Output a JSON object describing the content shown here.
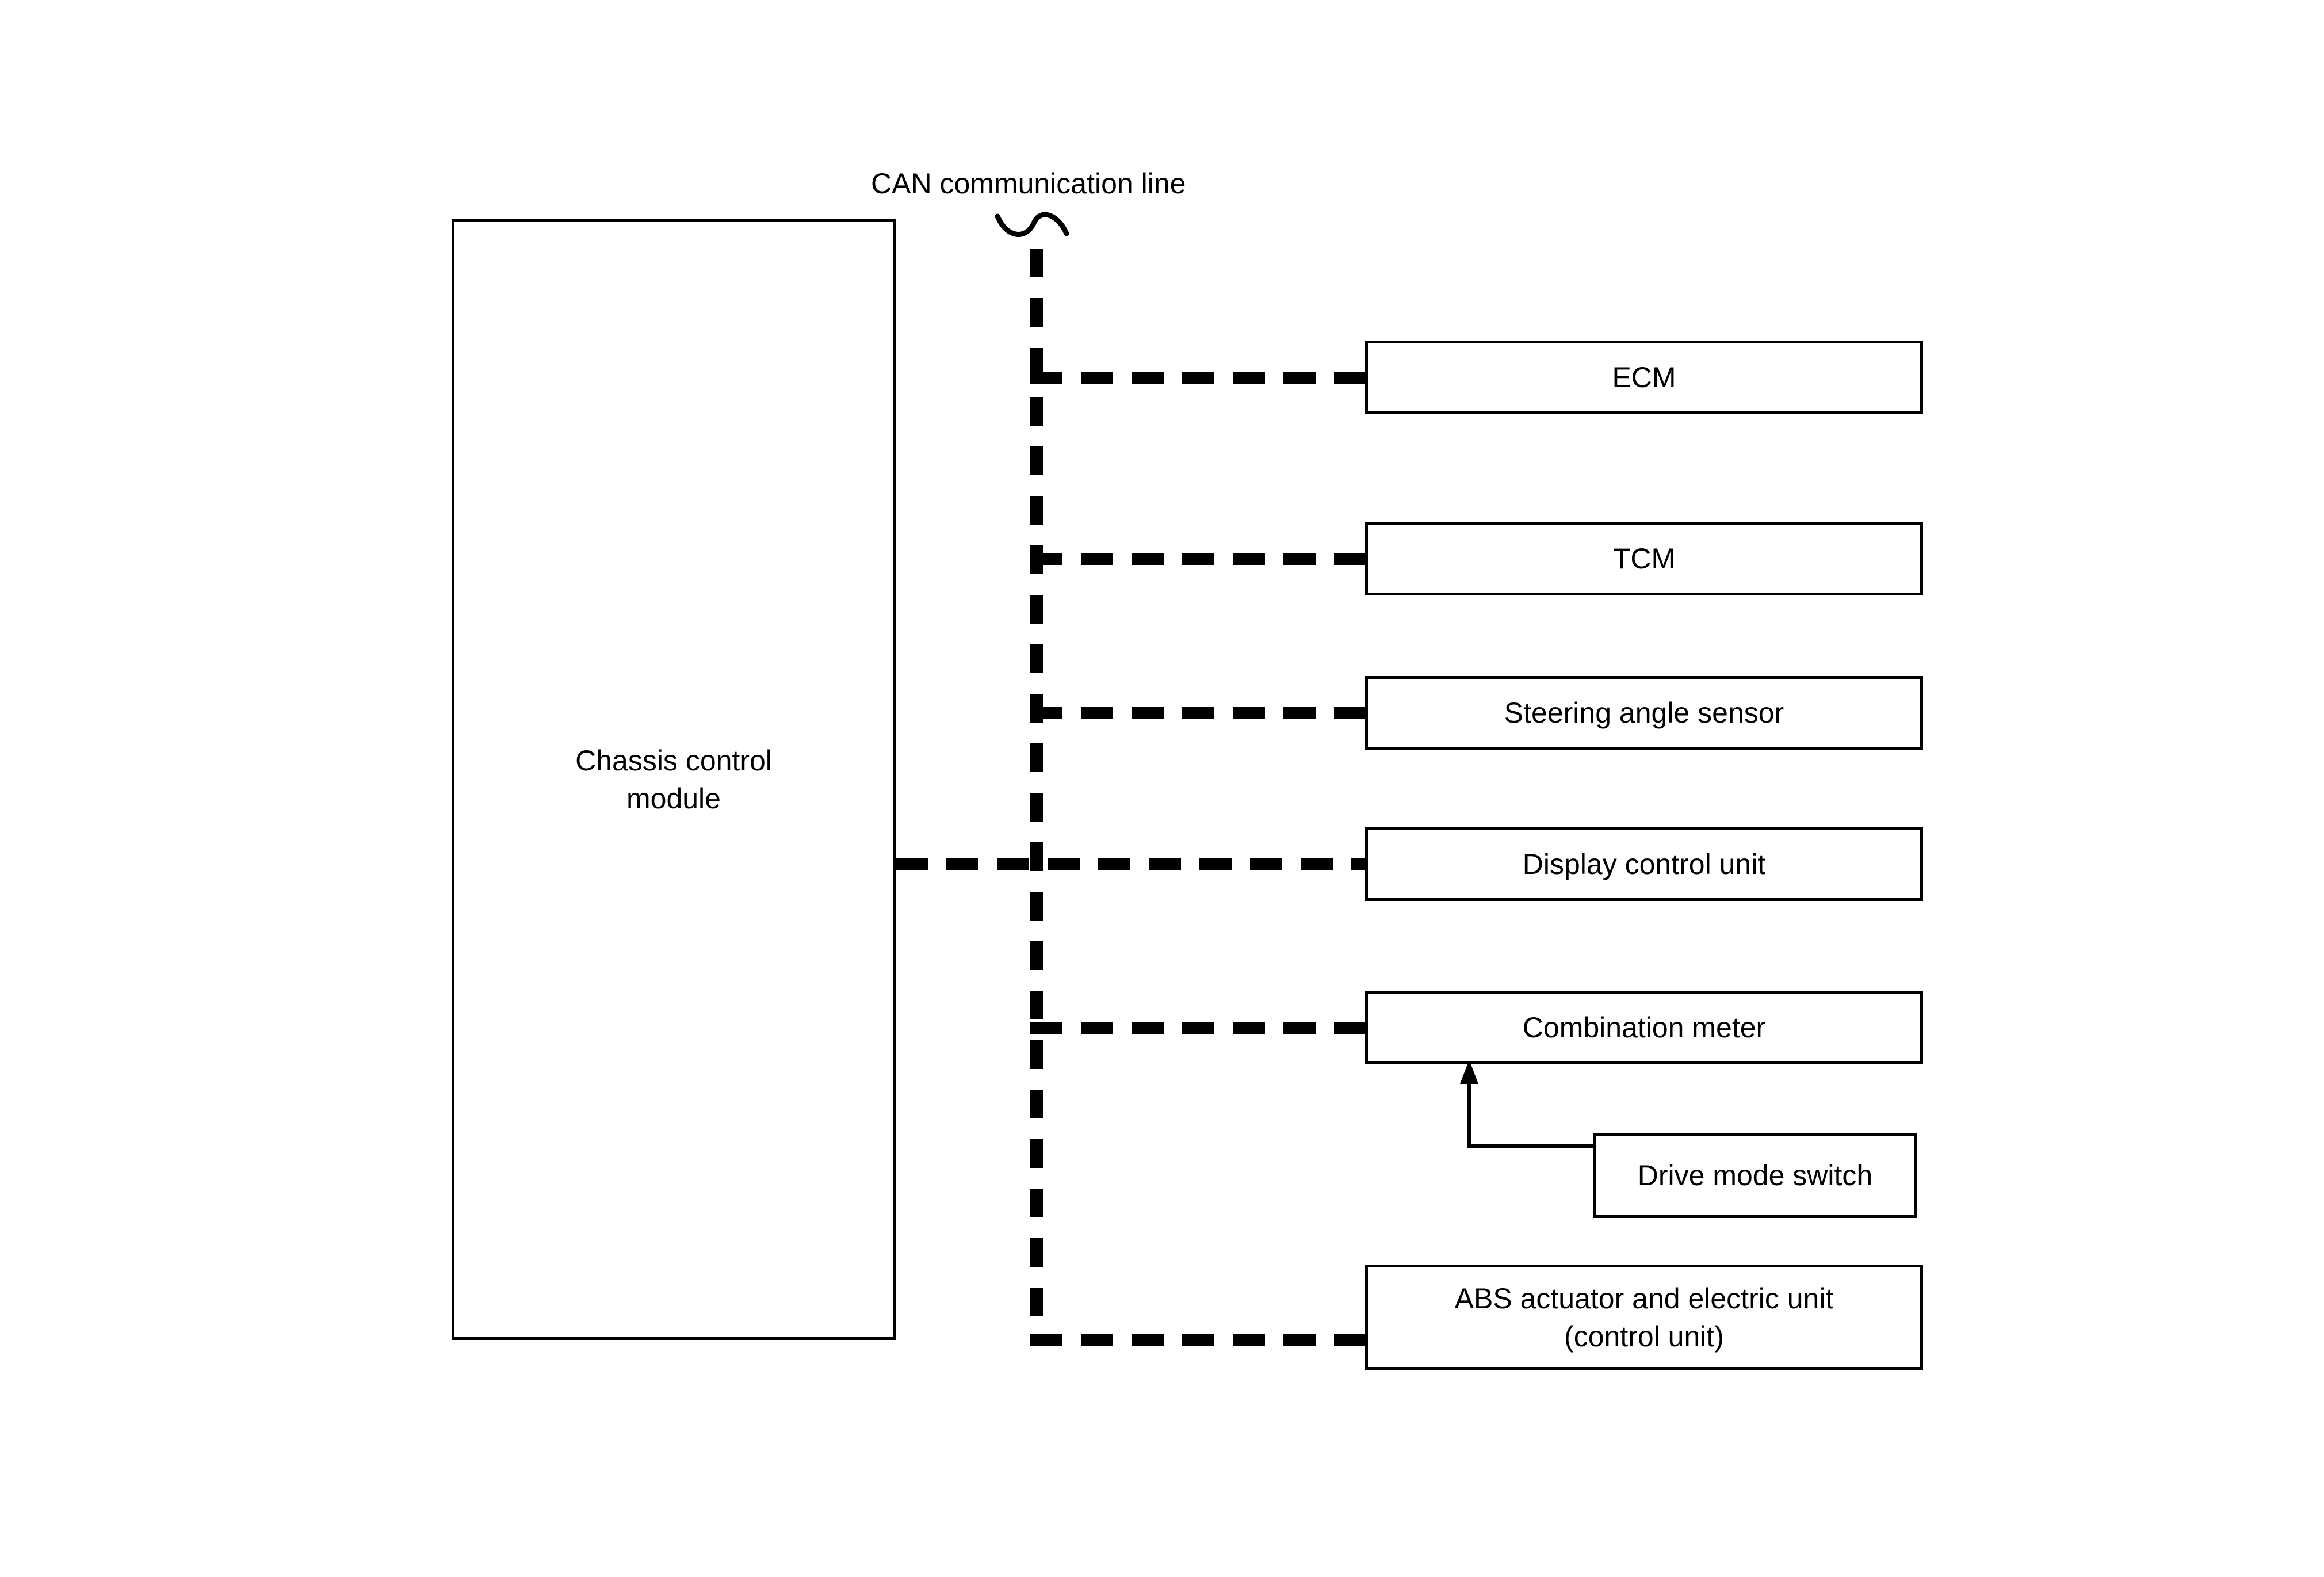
{
  "diagram": {
    "caption": "CAN communication line",
    "colors": {
      "line": "#000000",
      "background": "#ffffff",
      "box_border": "#000000"
    },
    "controller": {
      "label": "Chassis control\nmodule"
    },
    "units": [
      {
        "id": "ecm",
        "label": "ECM"
      },
      {
        "id": "tcm",
        "label": "TCM"
      },
      {
        "id": "steering",
        "label": "Steering angle sensor"
      },
      {
        "id": "display",
        "label": "Display control unit"
      },
      {
        "id": "meter",
        "label": "Combination meter"
      },
      {
        "id": "abs",
        "label": "ABS actuator and electric unit\n(control unit)"
      }
    ],
    "switch": {
      "label": "Drive mode switch"
    }
  }
}
